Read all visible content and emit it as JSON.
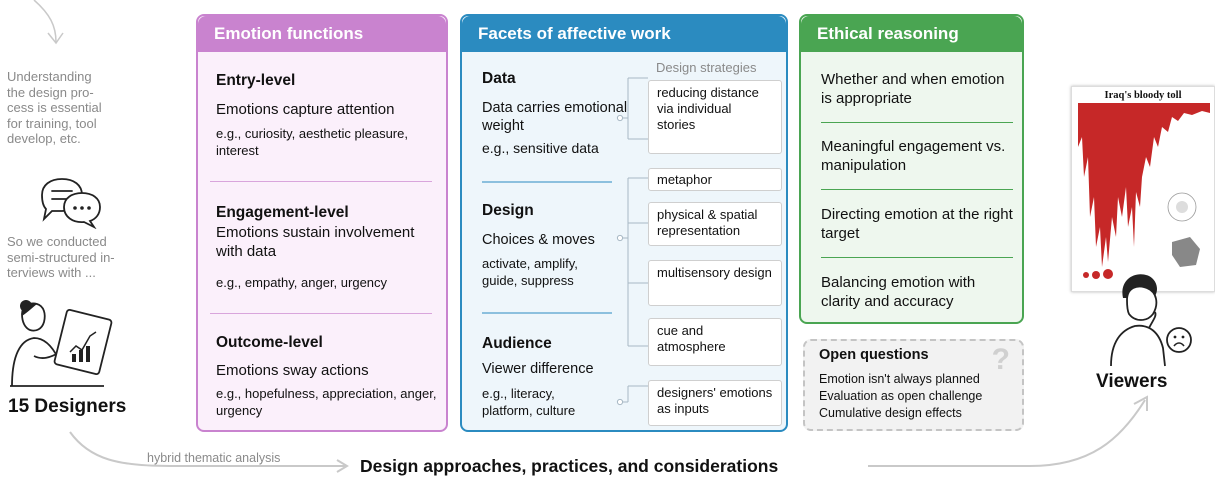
{
  "left": {
    "intro": "Understanding the design process is essential for training, tool develop, etc.",
    "intro_lines": [
      "Understanding",
      "the design pro-",
      "cess is essential",
      "for training, tool",
      "develop, etc."
    ],
    "interview_lines": [
      "So we conducted",
      "semi-structured in-",
      "terviews with ..."
    ],
    "designers": "15 Designers"
  },
  "emotion_functions": {
    "header": "Emotion functions",
    "levels": [
      {
        "title": "Entry-level",
        "desc": "Emotions capture attention",
        "eg": "e.g., curiosity, aesthetic pleasure, interest"
      },
      {
        "title": "Engagement-level",
        "desc": "Emotions sustain involvement with data",
        "eg": "e.g., empathy, anger, urgency"
      },
      {
        "title": "Outcome-level",
        "desc": "Emotions sway actions",
        "eg": "e.g., hopefulness, appreciation, anger, urgency"
      }
    ]
  },
  "facets": {
    "header": "Facets of affective work",
    "strategies_label": "Design strategies",
    "items": [
      {
        "title": "Data",
        "desc": "Data carries emotional weight",
        "eg": "e.g., sensitive data"
      },
      {
        "title": "Design",
        "desc": "Choices & moves",
        "eg": "activate, amplify, guide, suppress"
      },
      {
        "title": "Audience",
        "desc": "Viewer difference",
        "eg": "e.g., literacy, platform, culture"
      }
    ],
    "strategies": [
      "reducing distance via individual stories",
      "metaphor",
      "physical & spatial representation",
      "multisensory design",
      "cue and atmosphere",
      "designers' emotions as inputs"
    ]
  },
  "ethics": {
    "header": "Ethical reasoning",
    "items": [
      "Whether and when emotion is appropriate",
      "Meaningful engagement vs. manipulation",
      "Directing emotion at the right target",
      "Balancing emotion with clarity and accuracy"
    ]
  },
  "open_questions": {
    "title": "Open questions",
    "mark": "?",
    "items": [
      "Emotion isn't always planned",
      "Evaluation as open challenge",
      "Cumulative design effects"
    ]
  },
  "right": {
    "chart_title": "Iraq's bloody toll",
    "viewers": "Viewers"
  },
  "bottom": {
    "method": "hybrid thematic analysis",
    "outcome": "Design approaches, practices, and considerations"
  },
  "colors": {
    "emotion": "#c983cf",
    "facets": "#2b8bc0",
    "ethics": "#4aa552",
    "chart_red": "#c62828"
  }
}
